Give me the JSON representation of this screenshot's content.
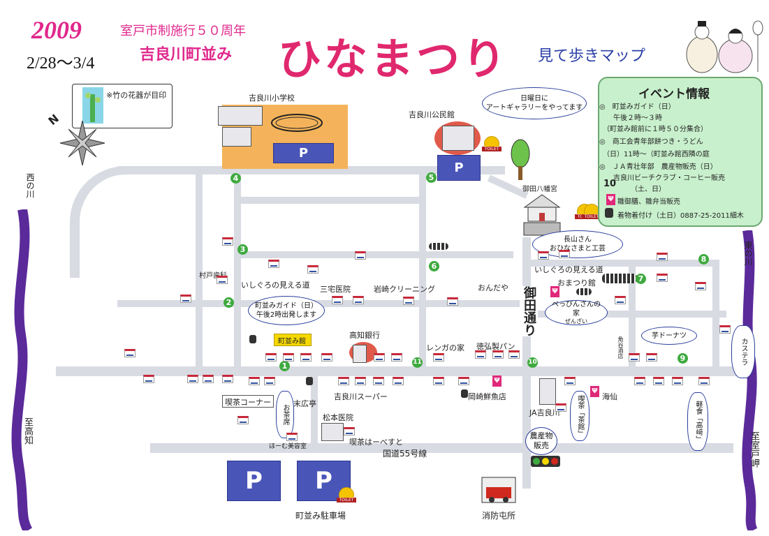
{
  "header": {
    "year": "2009",
    "dates": "2/28～3/4",
    "subtitle1": "室戸市制施行５０周年",
    "subtitle2": "吉良川町並み",
    "main_title": "ひなまつり",
    "suffix": "見て歩きマップ"
  },
  "legend": {
    "note": "※竹の花器が目印"
  },
  "events": {
    "title": "イベント情報",
    "items": [
      "◎　町並みガイド（日）",
      "　　午後２時～３時",
      "　（町並み館前に１時５０分集合）",
      "◎　商工会青年部餅つき・うどん",
      "　（日）11時～（町並み館西隣の庭",
      "◎　ＪＡ青壮年部　農産物販売（日）",
      "　　吉良川ビーチクラブ・コーヒー販売",
      "　　　　　（土、日）"
    ],
    "num10": "10",
    "hina_food": "雛御膳、雛弁当販売",
    "kimono": "着物着付け（土日）0887-25-2011細木"
  },
  "places": {
    "school": "吉良川小学校",
    "kominkan": "吉良川公民館",
    "hachiman": "御田八幡宮",
    "murato": "村戸歯科",
    "ishiguro1": "いしぐろの見える道",
    "ishiguro2": "いしぐろの見える道",
    "miyake": "三宅医院",
    "iwasaki": "岩崎クリーニング",
    "ondaya": "おんだや",
    "omatsuri": "おまつり館",
    "kochi_bank": "高知銀行",
    "renga": "レンガの家",
    "tokuhiro": "徳弘製パン",
    "machinami_kan": "町並み館",
    "suehiro": "末広亭",
    "kissa_corner": "喫茶コーナー",
    "super": "吉良川スーパー",
    "matsumoto": "松本医院",
    "kissa_haveste": "喫茶はーべすと",
    "home_biyo": "ほーむ美容室",
    "kokudo": "国道55号線",
    "okazaki": "岡崎鮮魚店",
    "ja": "JA吉良川",
    "kaisen": "海仙",
    "kakuya": "角谷酒店",
    "parking_lot": "町並み駐車場",
    "fire": "消防屯所",
    "onda_dori": "御田通り",
    "west_river": "西の川",
    "east_river": "東の川",
    "to_kochi": "至高知",
    "to_muroto": "至室戸岬"
  },
  "bubbles": {
    "gallery": "日曜日に\nアートギャラリーをやってます",
    "nagayama": "長山さん\nおひなさまと工芸",
    "guide": "町並みガイド（日）\n午後2時出発します",
    "beppin": "べっぴんさんの家",
    "beppin_sub": "ぜんざい",
    "imo": "芋ドーナツ",
    "castella": "カステラ",
    "ochaseki": "お茶席",
    "kissa_chakan": "喫茶「茶館」",
    "nosan": "農産物販売",
    "keishoku": "軽食「高﨑」"
  },
  "parking_label": "P",
  "toilet_label": "TOILET",
  "numbers": [
    "1",
    "2",
    "3",
    "4",
    "5",
    "6",
    "7",
    "8",
    "9",
    "10",
    "11"
  ],
  "compass": "N"
}
